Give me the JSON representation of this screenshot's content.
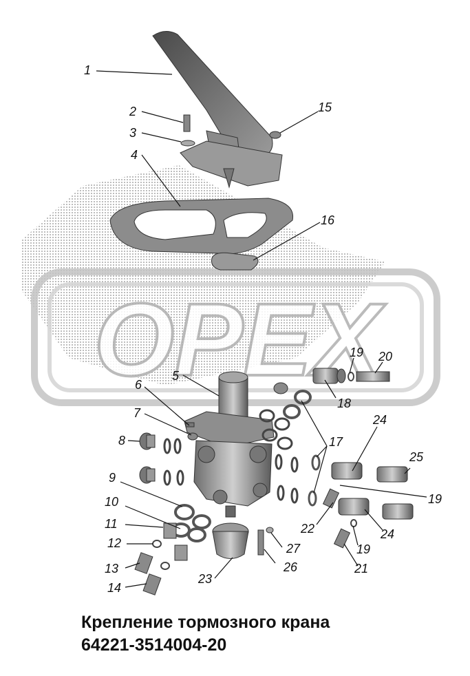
{
  "watermark": {
    "text": "OPEX",
    "color": "#bdbdbd"
  },
  "callouts": [
    "1",
    "2",
    "3",
    "4",
    "5",
    "6",
    "7",
    "8",
    "9",
    "10",
    "11",
    "12",
    "13",
    "14",
    "15",
    "16",
    "17",
    "18",
    "19",
    "20",
    "21",
    "22",
    "23",
    "24",
    "25",
    "26",
    "27"
  ],
  "extra_callouts": {
    "n19b": "19",
    "n19c": "19",
    "n24b": "24"
  },
  "caption": {
    "line1": "Крепление тормозного крана",
    "line2": "64221-3514004-20"
  }
}
